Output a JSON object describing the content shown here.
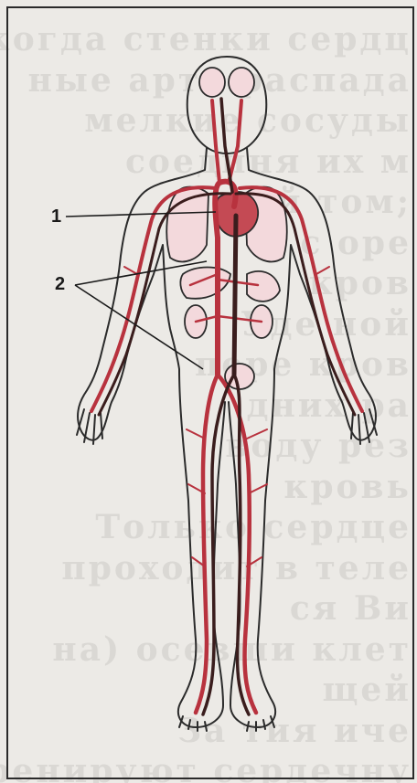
{
  "figure": {
    "labels": [
      {
        "id": "1",
        "text": "1"
      },
      {
        "id": "2",
        "text": "2"
      }
    ]
  },
  "page": {
    "bleedthrough_lines": [
      "когда стенки сердц",
      "ные арте  распада",
      "мелкие  сосуды",
      "соединя  их м",
      "ной  том;",
      "в с  оре",
      "кров",
      "Уде  ной",
      "пере  кров",
      "дних  ра",
      "воду  рез",
      "кровь",
      "Только сердце",
      "проходит  в теле",
      "ся  Ви",
      "на) осевши  клет",
      "щей",
      "За  тия  иче",
      "тренируют сердечну"
    ]
  },
  "colors": {
    "artery": "#b8323e",
    "vein": "#3a1d1d",
    "outline": "#2b2b2b",
    "organ_fill": "#f3d9dc"
  }
}
